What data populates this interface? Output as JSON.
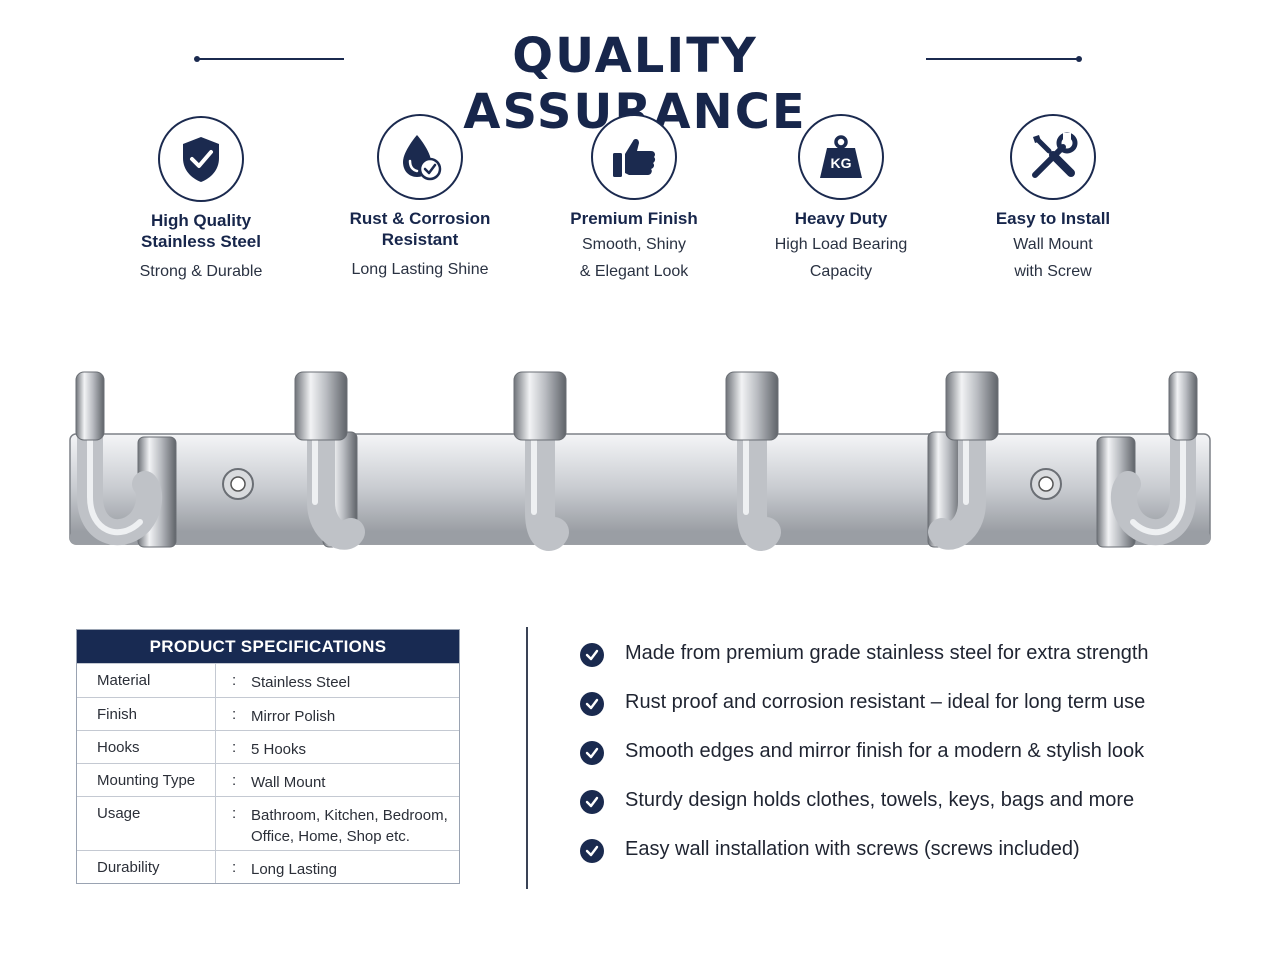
{
  "header": {
    "title": "QUALITY ASSURANCE"
  },
  "features": [
    {
      "icon": "shield-check-icon",
      "title_line1": "High Quality",
      "title_line2": "Stainless Steel",
      "sub_line1": "Strong & Durable",
      "sub_line2": ""
    },
    {
      "icon": "water-drop-check-icon",
      "title_line1": "Rust & Corrosion",
      "title_line2": "Resistant",
      "sub_line1": "Long Lasting Shine",
      "sub_line2": ""
    },
    {
      "icon": "thumbs-up-icon",
      "title_line1": "Premium Finish",
      "title_line2": "",
      "sub_line1": "Smooth, Shiny",
      "sub_line2": "& Elegant Look"
    },
    {
      "icon": "kg-weight-icon",
      "weight_label": "KG",
      "title_line1": "Heavy Duty",
      "title_line2": "",
      "sub_line1": "High Load Bearing",
      "sub_line2": "Capacity"
    },
    {
      "icon": "screwdriver-wrench-icon",
      "title_line1": "Easy to Install",
      "title_line2": "",
      "sub_line1": "Wall Mount",
      "sub_line2": "with Screw"
    }
  ],
  "product_image": {
    "hooks_count": 6,
    "mount_holes": 2
  },
  "spec_table": {
    "heading": "PRODUCT SPECIFICATIONS",
    "separator": ":",
    "rows": [
      {
        "label": "Material",
        "value_line1": "Stainless Steel",
        "value_line2": ""
      },
      {
        "label": "Finish",
        "value_line1": "Mirror Polish",
        "value_line2": ""
      },
      {
        "label": "Hooks",
        "value_line1": "5 Hooks",
        "value_line2": ""
      },
      {
        "label": "Mounting Type",
        "value_line1": "Wall Mount",
        "value_line2": ""
      },
      {
        "label": "Usage",
        "value_line1": "Bathroom, Kitchen, Bedroom,",
        "value_line2": "Office, Home, Shop etc."
      },
      {
        "label": "Durability",
        "value_line1": "Long Lasting",
        "value_line2": ""
      }
    ]
  },
  "benefits": [
    "Made from premium grade stainless steel for extra strength",
    "Rust proof and corrosion resistant – ideal for long term use",
    "Smooth edges and mirror finish for a modern & stylish look",
    "Sturdy design holds clothes, towels, keys, bags and more",
    "Easy wall installation with screws (screws included)"
  ],
  "colors": {
    "navy": "#182a52",
    "steel": "#c9ccd1",
    "text": "#1f2431"
  }
}
